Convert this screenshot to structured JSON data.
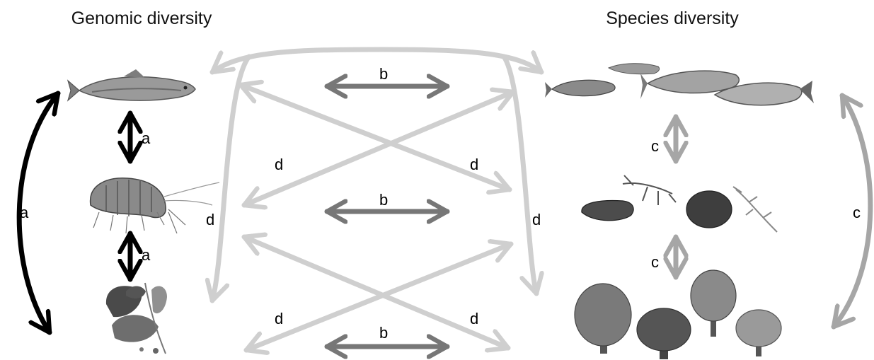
{
  "headings": {
    "left": "Genomic diversity",
    "right": "Species diversity"
  },
  "labels": {
    "a": "a",
    "b": "b",
    "c": "c",
    "d": "d"
  },
  "organisms": {
    "genomic": [
      "fish",
      "amphipod",
      "plant"
    ],
    "species": [
      "fish-group",
      "invertebrate-group",
      "tree-group"
    ]
  },
  "colors": {
    "arrow_a": "#000000",
    "arrow_b": "#777777",
    "arrow_c": "#a6a6a6",
    "arrow_d": "#cfcfcf"
  }
}
